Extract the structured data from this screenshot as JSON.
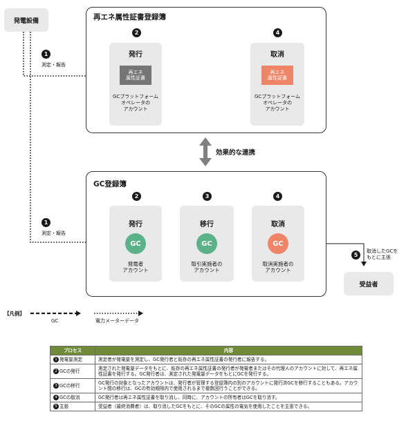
{
  "source_box": {
    "label": "発電設備"
  },
  "rec_registry": {
    "title": "再エネ属性証書登録簿",
    "issue": {
      "num": "2",
      "title": "発行",
      "cert": "再エネ\n属性証書",
      "desc": "GCプラットフォーム\nオペレータの\nアカウント"
    },
    "cancel": {
      "num": "4",
      "title": "取消",
      "cert": "再エネ\n属性証書",
      "desc": "GCプラットフォーム\nオペレータの\nアカウント"
    }
  },
  "link": {
    "label": "効果的な連携"
  },
  "gc_registry": {
    "title": "GC登録簿",
    "issue": {
      "num": "2",
      "title": "発行",
      "gc": "GC",
      "desc": "発電者\nアカウント"
    },
    "transfer": {
      "num": "3",
      "title": "移行",
      "gc": "GC",
      "desc": "取引実施者の\nアカウント"
    },
    "cancel": {
      "num": "4",
      "title": "取消",
      "gc": "GC",
      "desc": "取消実施者の\nアカウント"
    }
  },
  "report_top": {
    "num": "1",
    "label": "測定・報告"
  },
  "report_bottom": {
    "num": "1",
    "label": "測定・報告"
  },
  "claim": {
    "num": "5",
    "label": "取消したGCを\nもとに主張"
  },
  "beneficiary": {
    "label": "受益者"
  },
  "legend": {
    "title": "【凡例】",
    "gc_label": "GC",
    "meter_label": "電力メーターデータ"
  },
  "table": {
    "headers": [
      "プロセス",
      "内容"
    ],
    "rows": [
      {
        "num": "1",
        "process": "発電量測定",
        "content": "測定者が発電量を測定し、GC発行者と既存の再エネ属性証書の発行者に報告する。"
      },
      {
        "num": "2",
        "process": "GCの発行",
        "content": "測定された発電量データをもとに、既存の再エネ属性証書の発行者が発電者またはその代理人のアカウントに対して、再エネ属性証書を発行する。GC発行者は、測定された発電量データをもとにGCを発行する。"
      },
      {
        "num": "3",
        "process": "GCの移行",
        "content": "GC発行の対象となったアカウントは、発行者が管理する登録簿内の別のアカウントに発行済GCを移行することもある。アカウント間の移行は、GCの有効期限内で使用されるまで複数回行うことができる。"
      },
      {
        "num": "4",
        "process": "GCの取消",
        "content": "GC発行者は再エネ属性証書を取り消し、同時に、アカウントの所有者はGCを取り消す。"
      },
      {
        "num": "5",
        "process": "主張",
        "content": "受益者（最終消費者）は、取り消したGCをもとに、そのGCの属性の電気を使用したことを主張できる。"
      }
    ]
  },
  "colors": {
    "cert_gray": "#757575",
    "cert_orange": "#ef8466",
    "gc_green": "#5bb28a",
    "gc_orange": "#ef8466",
    "table_header": "#6f8a38"
  }
}
